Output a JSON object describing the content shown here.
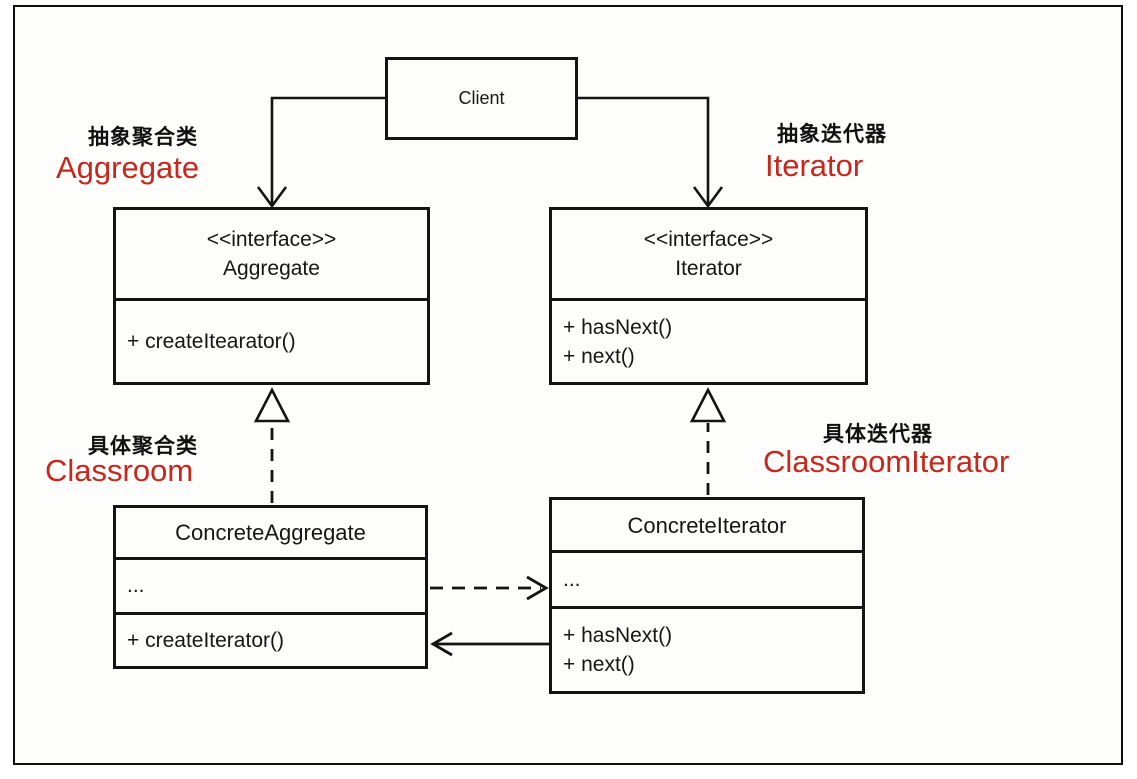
{
  "diagram": {
    "client": {
      "label": "Client"
    },
    "aggregate_interface": {
      "stereotype": "<<interface>>",
      "name": "Aggregate",
      "methods": [
        "+ createItearator()"
      ]
    },
    "iterator_interface": {
      "stereotype": "<<interface>>",
      "name": "Iterator",
      "methods": [
        "+ hasNext()",
        "+ next()"
      ]
    },
    "concrete_aggregate": {
      "name": "ConcreteAggregate",
      "fields": "...",
      "methods": [
        "+ createIterator()"
      ]
    },
    "concrete_iterator": {
      "name": "ConcreteIterator",
      "fields": "...",
      "methods": [
        "+ hasNext()",
        "+ next()"
      ]
    },
    "annotations": {
      "abstract_aggregate": {
        "zh": "抽象聚合类",
        "en": "Aggregate"
      },
      "abstract_iterator": {
        "zh": "抽象迭代器",
        "en": "Iterator"
      },
      "concrete_aggregate": {
        "zh": "具体聚合类",
        "en": "Classroom"
      },
      "concrete_iterator": {
        "zh": "具体迭代器",
        "en": "ClassroomIterator"
      }
    },
    "colors": {
      "annotation_red": "#c5281c",
      "line_black": "#141414"
    }
  }
}
